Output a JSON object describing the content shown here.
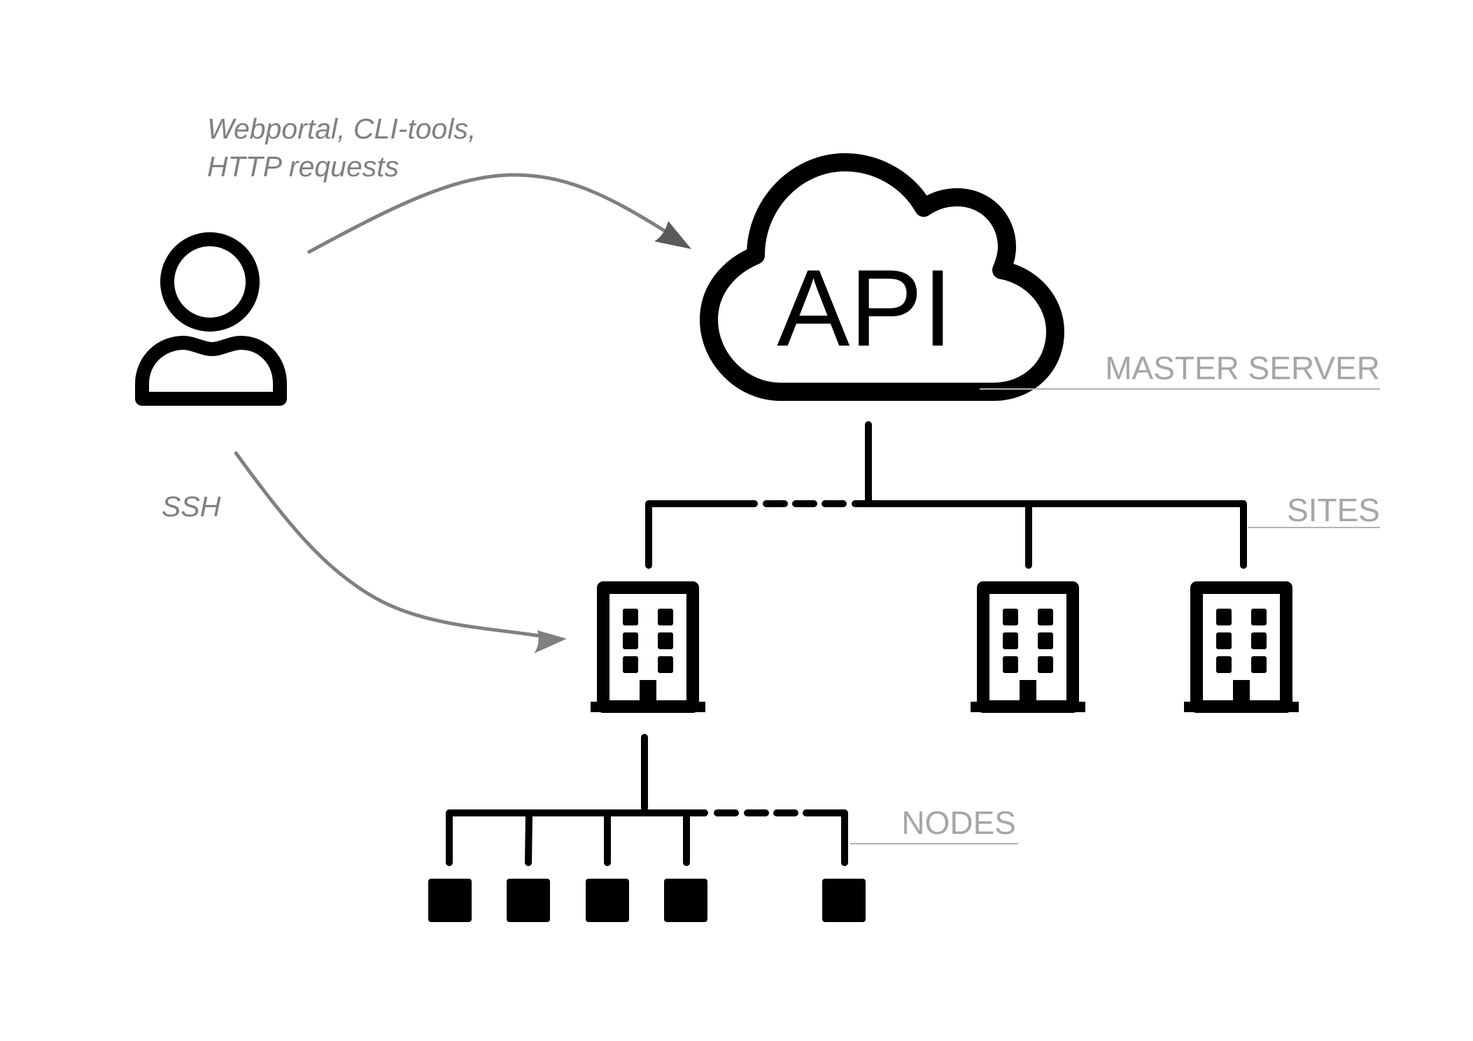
{
  "annotations": {
    "web_line1": "Webportal, CLI-tools,",
    "web_line2": "HTTP requests",
    "ssh": "SSH"
  },
  "cloud": {
    "label": "API"
  },
  "layers": {
    "master": "MASTER SERVER",
    "sites": "SITES",
    "nodes": "NODES"
  },
  "colors": {
    "icon": "#000000",
    "arrow": "#808080",
    "layer_label": "#a6a6a6"
  },
  "icons": {
    "user": "user-icon",
    "cloud": "cloud-icon",
    "site": "building-icon",
    "node": "square-node-icon"
  }
}
